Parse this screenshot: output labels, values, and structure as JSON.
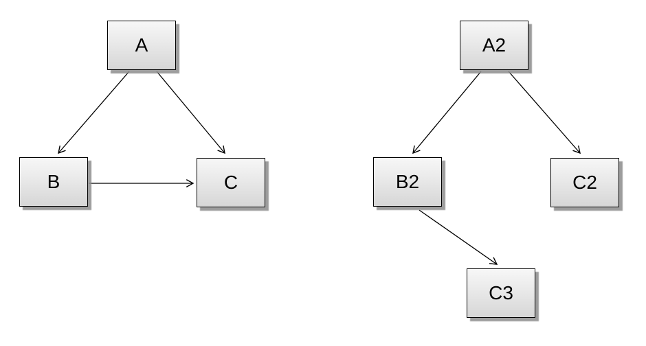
{
  "diagram": {
    "type": "directed-graph",
    "graphs": [
      {
        "name": "left-graph",
        "nodes": [
          {
            "id": "A",
            "label": "A"
          },
          {
            "id": "B",
            "label": "B"
          },
          {
            "id": "C",
            "label": "C"
          }
        ],
        "edges": [
          {
            "from": "A",
            "to": "B"
          },
          {
            "from": "A",
            "to": "C"
          },
          {
            "from": "B",
            "to": "C"
          }
        ]
      },
      {
        "name": "right-graph",
        "nodes": [
          {
            "id": "A2",
            "label": "A2"
          },
          {
            "id": "B2",
            "label": "B2"
          },
          {
            "id": "C2",
            "label": "C2"
          },
          {
            "id": "C3",
            "label": "C3"
          }
        ],
        "edges": [
          {
            "from": "A2",
            "to": "B2"
          },
          {
            "from": "A2",
            "to": "C2"
          },
          {
            "from": "B2",
            "to": "C3"
          }
        ]
      }
    ],
    "colors": {
      "node_fill_top": "#f7f7f7",
      "node_fill_bottom": "#d6d6d6",
      "node_border": "#000000",
      "edge": "#000000",
      "shadow": "#8c8c8c",
      "background": "#ffffff"
    }
  }
}
